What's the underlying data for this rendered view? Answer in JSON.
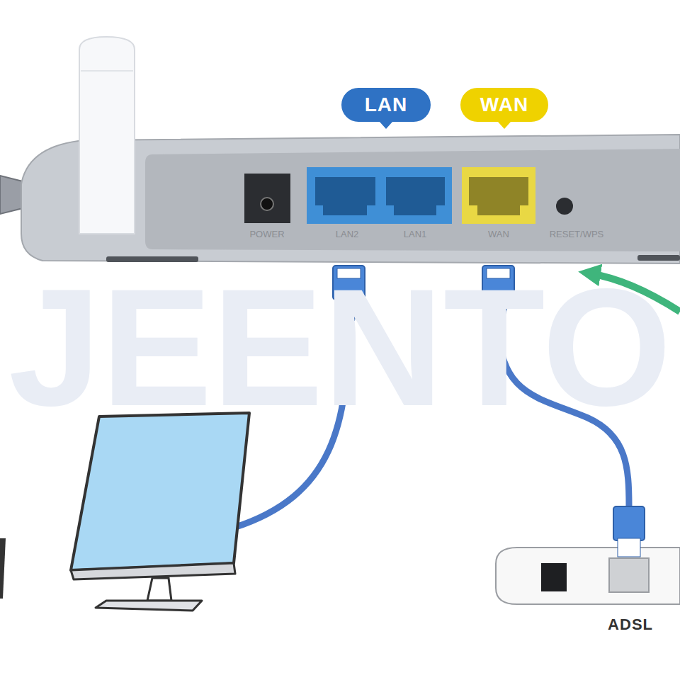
{
  "diagram": {
    "nodes": [
      {
        "text": [
          "LAN"
        ]
      },
      {
        "text": [
          "WAN"
        ]
      },
      {
        "text": [
          "ADSL"
        ]
      }
    ],
    "labels": [
      "JEENTO",
      "POWER",
      "LAN2",
      "LAN1",
      "WAN",
      "RESET/WPS"
    ]
  }
}
